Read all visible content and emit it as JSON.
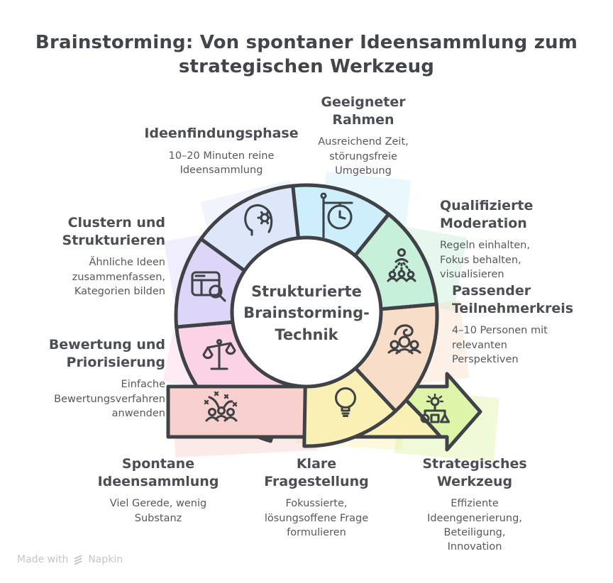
{
  "title": "Brainstorming: Von spontaner Ideensammlung zum\nstrategischen Werkzeug",
  "center": {
    "label": "Strukturierte\nBrainstorming-\nTechnik"
  },
  "footer": {
    "made_with": "Made with",
    "brand": "Napkin"
  },
  "colors": {
    "outline": "#3f4347",
    "text": "#4b4f55",
    "muted_footer": "#c3c6c9",
    "center_fill": "#ffffff"
  },
  "steps": [
    {
      "id": "ideenfindungsphase",
      "title": "Ideenfindungsphase",
      "body": "10–20 Minuten reine\nIdeensammlung",
      "color": "#dee7fa",
      "icon": "head-gear-icon"
    },
    {
      "id": "geeigneter-rahmen",
      "title": "Geeigneter\nRahmen",
      "body": "Ausreichend Zeit,\nstörungsfreie\nUmgebung",
      "color": "#cdeffb",
      "icon": "clock-icon"
    },
    {
      "id": "qualifizierte-moderation",
      "title": "Qualifizierte\nModeration",
      "body": "Regeln einhalten,\nFokus behalten,\nvisualisieren",
      "color": "#c7f0da",
      "icon": "moderation-icon"
    },
    {
      "id": "passender-teilnehmerkreis",
      "title": "Passender\nTeilnehmerkreis",
      "body": "4–10 Personen mit\nrelevanten\nPerspektiven",
      "color": "#f8ddc9",
      "icon": "group-icon"
    },
    {
      "id": "klare-fragestellung",
      "title": "Klare\nFragestellung",
      "body": "Fokussierte,\nlösungsoffene Frage\nformulieren",
      "color": "#faf0b5",
      "icon": "lightbulb-icon"
    },
    {
      "id": "strategisches-werkzeug",
      "title": "Strategisches\nWerkzeug",
      "body": "Effiziente\nIdeengenerierung,\nBeteiligung,\nInnovation",
      "color": "#def4a9",
      "icon": "strategy-icon"
    },
    {
      "id": "spontane-ideensammlung",
      "title": "Spontane\nIdeensammlung",
      "body": "Viel Gerede, wenig\nSubstanz",
      "color": "#f8d0cd",
      "icon": "crowd-chaos-icon"
    },
    {
      "id": "bewertung-priorisierung",
      "title": "Bewertung und\nPriorisierung",
      "body": "Einfache\nBewertungsverfahren\nanwenden",
      "color": "#fcd2e5",
      "icon": "scale-icon"
    },
    {
      "id": "clustern-strukturieren",
      "title": "Clustern und\nStrukturieren",
      "body": "Ähnliche Ideen\nzusammenfassen,\nKategorien bilden",
      "color": "#ded6f8",
      "icon": "cluster-icon"
    }
  ]
}
